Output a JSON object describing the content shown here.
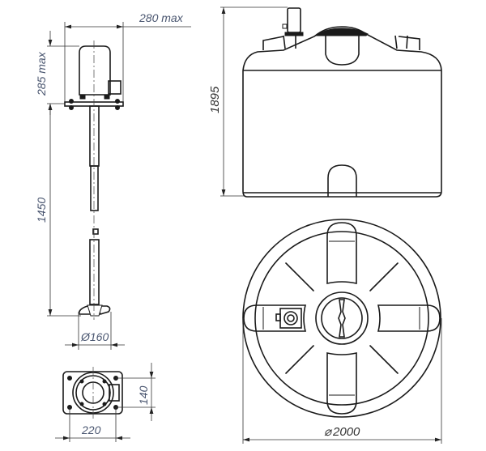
{
  "dimensions": {
    "motor_width": "280 max",
    "motor_height": "285 max",
    "shaft_length": "1450",
    "impeller_diameter": "Ø160",
    "flange_depth": "140",
    "flange_width": "220",
    "tank_height": "1895",
    "tank_diameter": "2000"
  },
  "diameter_symbol": "⌀",
  "colors": {
    "line": "#1a1a1a",
    "dimension_text": "#4a5670"
  }
}
